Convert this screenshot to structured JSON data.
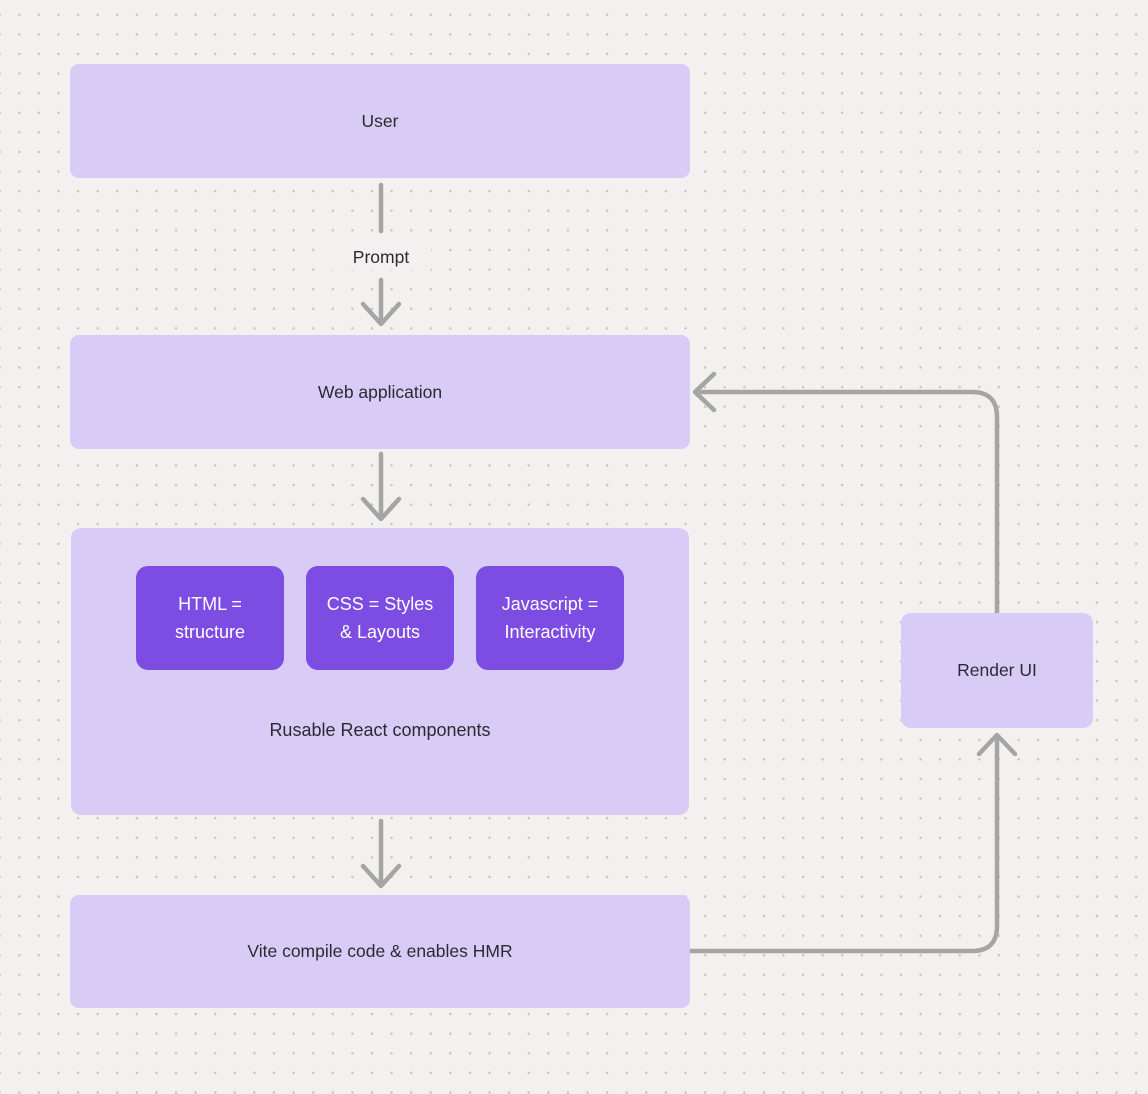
{
  "diagram": {
    "canvas": {
      "background_color": "#f2f1ef",
      "dot_grid_color": "#c6c4c2"
    },
    "colors": {
      "node_fill": "#d8ccf6",
      "chip_fill": "#7c4ce3",
      "connector_gray": "#a5a5a5",
      "node_text": "#2b2a33",
      "chip_text": "#ffffff"
    },
    "nodes": {
      "user": {
        "label": "User"
      },
      "web_application": {
        "label": "Web application"
      },
      "components_group": {
        "label": "Rusable React components",
        "children": [
          {
            "lines": [
              "HTML =",
              "structure"
            ]
          },
          {
            "lines": [
              "CSS = Styles",
              "& Layouts"
            ]
          },
          {
            "lines": [
              "Javascript =",
              "Interactivity"
            ]
          }
        ]
      },
      "vite": {
        "label": "Vite compile code & enables HMR"
      },
      "render_ui": {
        "label": "Render UI"
      }
    },
    "edges": {
      "user_to_webapp": {
        "label": "Prompt"
      }
    }
  }
}
